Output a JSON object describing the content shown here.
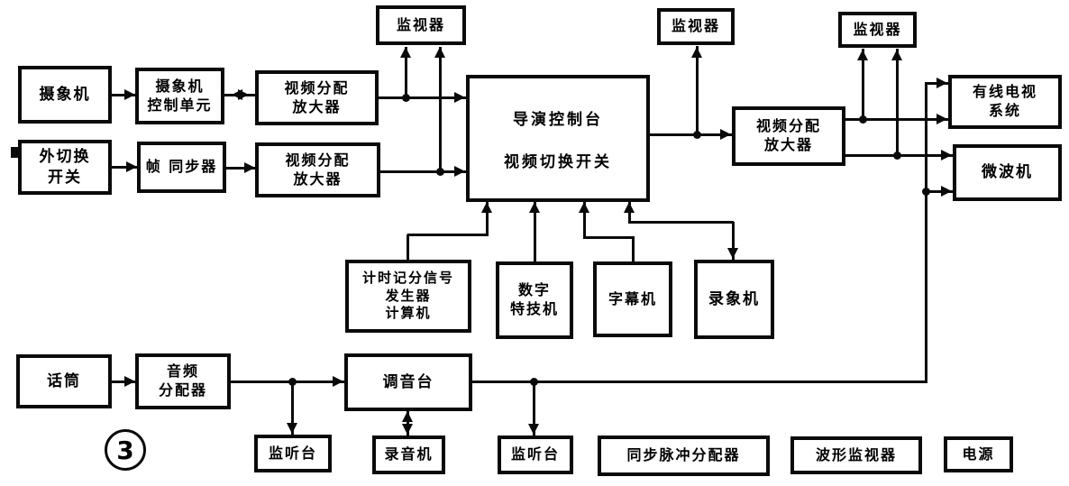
{
  "figure_number": "3",
  "colors": {
    "background": "#ffffff",
    "line": "#0a0a0a",
    "box_border": "#0a0a0a",
    "text": "#000000"
  },
  "boxes": {
    "camera": {
      "label": "摄象机"
    },
    "camera_control": {
      "label": "摄象机\n控制单元"
    },
    "ext_switch": {
      "label": "外切换\n开关"
    },
    "frame_sync": {
      "label": "帧 同步器"
    },
    "vda1": {
      "label": "视频分配\n放大器"
    },
    "vda2": {
      "label": "视频分配\n放大器"
    },
    "monitor1": {
      "label": "监视器"
    },
    "monitor2": {
      "label": "监视器"
    },
    "monitor3": {
      "label": "监视器"
    },
    "console": {
      "line1": "导演控制台",
      "line2": "视频切换开关"
    },
    "vda3": {
      "label": "视频分配\n放大器"
    },
    "cable_tv": {
      "label": "有线电视\n系统"
    },
    "microwave": {
      "label": "微波机"
    },
    "timer_computer": {
      "label": "计时记分信号\n发生器\n计算机"
    },
    "digital_effects": {
      "label": "数字\n特技机"
    },
    "caption_generator": {
      "label": "字幕机"
    },
    "vcr": {
      "label": "录象机"
    },
    "microphone": {
      "label": "话筒"
    },
    "audio_distributor": {
      "label": "音频\n分配器"
    },
    "mixer": {
      "label": "调音台"
    },
    "listen_station_1": {
      "label": "监听台"
    },
    "audio_recorder": {
      "label": "录音机"
    },
    "listen_station_2": {
      "label": "监听台"
    },
    "sync_pulse_distributor": {
      "label": "同步脉冲分配器"
    },
    "waveform_monitor": {
      "label": "波形监视器"
    },
    "power_supply": {
      "label": "电源"
    }
  }
}
